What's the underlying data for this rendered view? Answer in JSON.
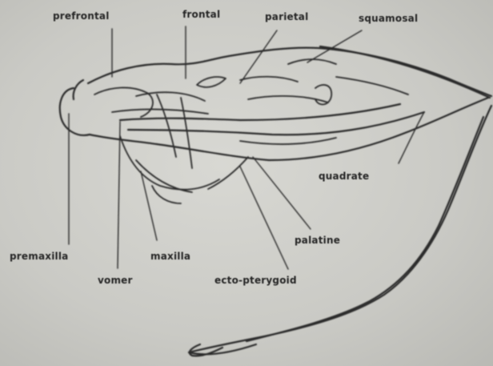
{
  "labels": {
    "prefrontal": "prefrontal",
    "frontal": "frontal",
    "parietal": "parietal",
    "squamosal": "squamosal",
    "quadrate": "quadrate",
    "premaxilla": "premaxilla",
    "maxilla": "maxilla",
    "palatine": "palatine",
    "vomer": "vomer",
    "ectopterygoid": "ecto-pterygoid"
  },
  "colors": {
    "paper": "#cfcfca",
    "ink": "#262626"
  }
}
